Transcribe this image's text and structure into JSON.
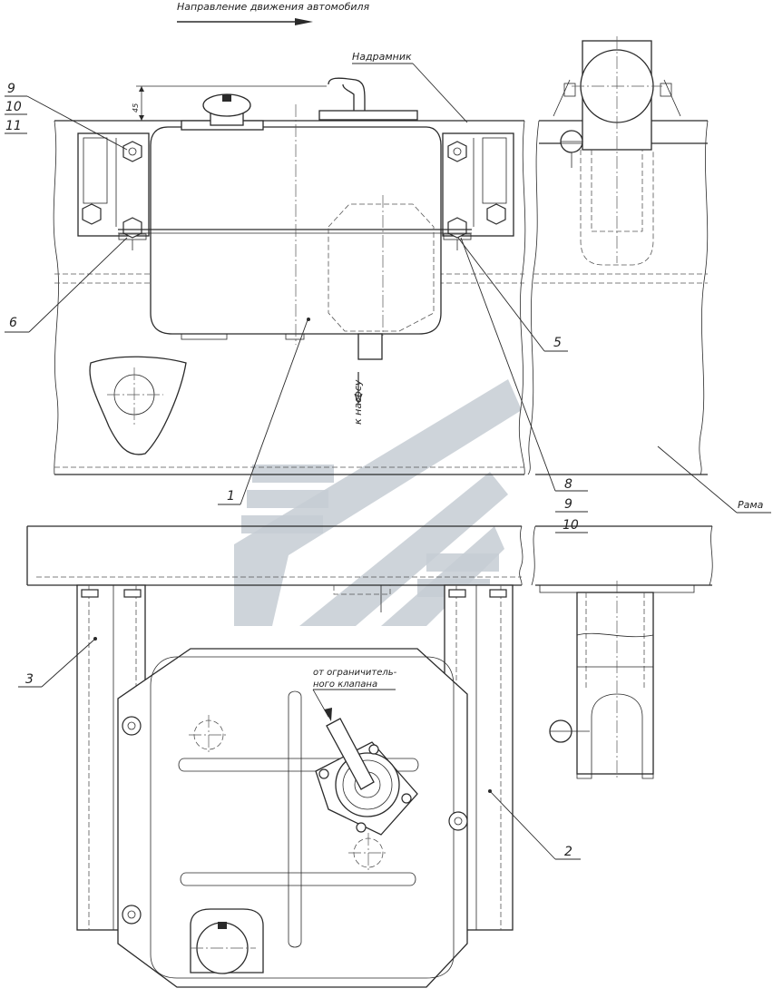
{
  "header": {
    "direction_label": "Направление движения автомобиля"
  },
  "labels": {
    "subframe": "Надрамник",
    "frame": "Рама",
    "to_pump": "к насосу",
    "from_valve_line1": "от ограничитель-",
    "from_valve_line2": "ного клапана",
    "dimension": "45"
  },
  "callouts": {
    "c1": "1",
    "c2": "2",
    "c3": "3",
    "c5": "5",
    "c6": "6",
    "c8": "8",
    "c9a": "9",
    "c9b": "9",
    "c10a": "10",
    "c10b": "10",
    "c11": "11"
  },
  "colors": {
    "line": "#2a2a2a",
    "watermark": "#c6cdd3",
    "background": "#ffffff"
  }
}
